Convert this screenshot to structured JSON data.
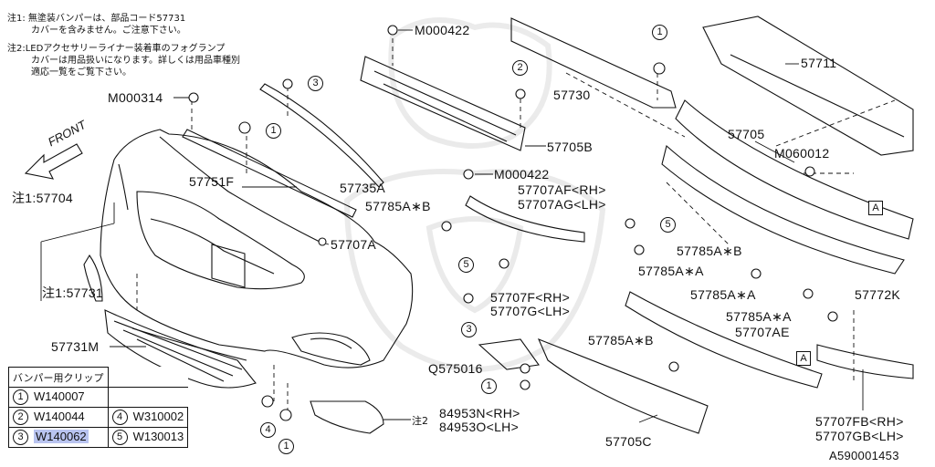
{
  "notes": {
    "n1_line1": "注1: 無塗装バンパーは、部品コード57731",
    "n1_line2": "カバーを含みません。ご注意下さい。",
    "n2_line1": "注2:LEDアクセサリーライナー装着車のフォグランプ",
    "n2_line2": "カバーは用品扱いになります。詳しくは用品車種別",
    "n2_line3": "適応一覧をご覧下さい。"
  },
  "front_label": "FRONT",
  "parts": {
    "m000422_top": "M000422",
    "m000314": "M000314",
    "p57711": "57711",
    "p57730": "57730",
    "p57705b": "57705B",
    "m000422_mid": "M000422",
    "p57705": "57705",
    "m060012": "M060012",
    "p57704": "注1:57704",
    "p57751f": "57751F",
    "p57735a": "57735A",
    "p57707af": "57707AF<RH>",
    "p57707ag": "57707AG<LH>",
    "p57785ab_1": "57785A∗B",
    "p57707a": "57707A",
    "p57785ab_2": "57785A∗B",
    "p57785aa_1": "57785A∗A",
    "p57785aa_2": "57785A∗A",
    "p57772k": "57772K",
    "p57731": "注1:57731",
    "p57707f": "57707F<RH>",
    "p57707g": "57707G<LH>",
    "p57785aa_3": "57785A∗A",
    "p57707ae": "57707AE",
    "p57731m": "57731M",
    "p57785ab_3": "57785A∗B",
    "q575016": "Q575016",
    "p84953n": "84953N<RH>",
    "p84953o": "84953O<LH>",
    "note2_ref": "注2",
    "p57705c": "57705C",
    "p57707fb": "57707FB<RH>",
    "p57707gb": "57707GB<LH>",
    "ref_code": "A590001453",
    "box_a": "A"
  },
  "callouts": {
    "c1": "1",
    "c2": "2",
    "c3": "3",
    "c4": "4",
    "c5": "5"
  },
  "clip_table": {
    "header": "バンパー用クリップ",
    "rows": [
      {
        "n1": "1",
        "code1": "W140007"
      },
      {
        "n1": "2",
        "code1": "W140044",
        "n2": "4",
        "code2": "W310002"
      },
      {
        "n1": "3",
        "code1": "W140062",
        "n2": "5",
        "code2": "W130013"
      }
    ],
    "highlight_color": "#b9c4f0"
  }
}
